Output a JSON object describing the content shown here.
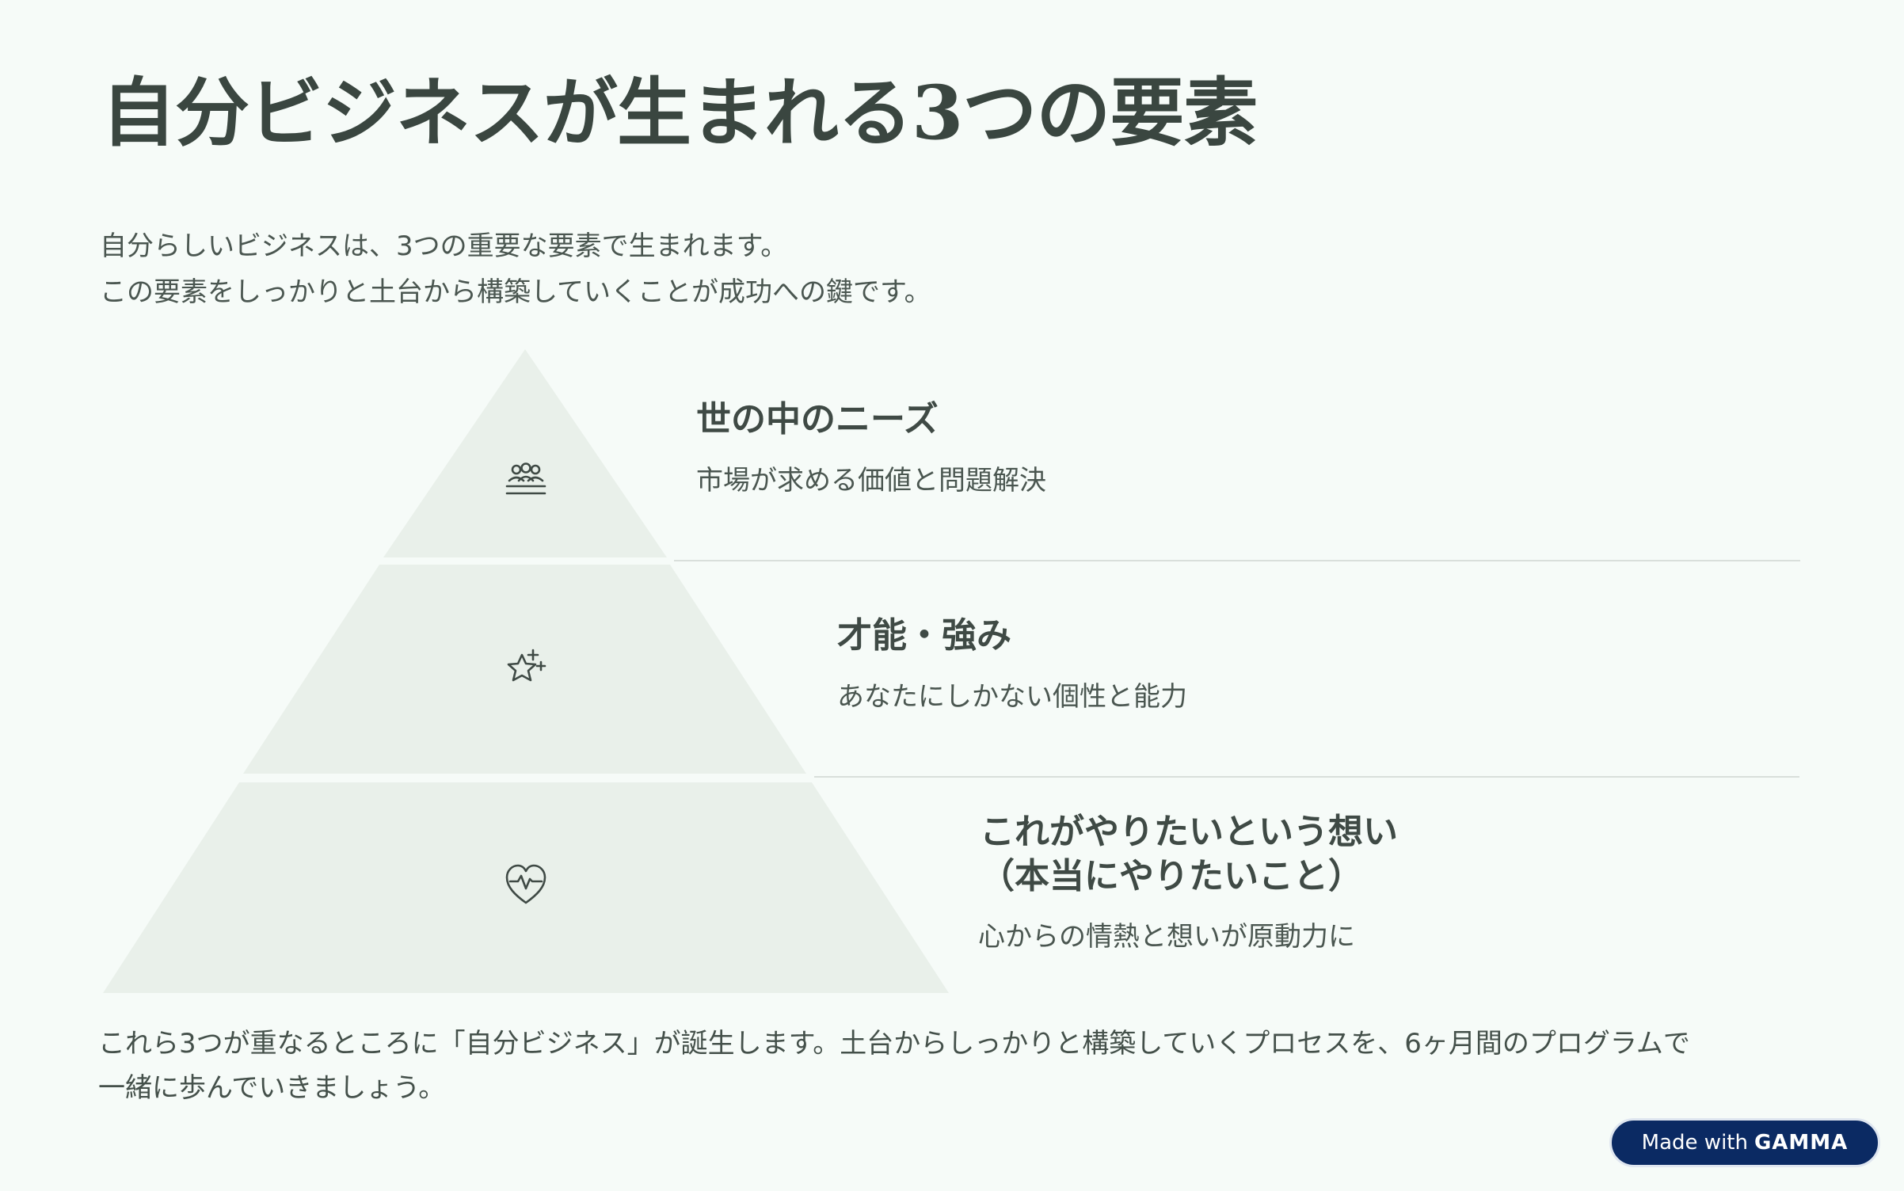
{
  "page": {
    "title": "自分ビジネスが生まれる3つの要素",
    "intro": [
      "自分らしいビジネスは、3つの重要な要素で生まれます。",
      "この要素をしっかりと土台から構築していくことが成功への鍵です。"
    ]
  },
  "pyramid": {
    "fill_color": "#e9f0ea",
    "tiers": [
      {
        "icon": "people-icon",
        "title_lines": [
          "世の中のニーズ"
        ],
        "desc": "市場が求める価値と問題解決"
      },
      {
        "icon": "sparkle-star-icon",
        "title_lines": [
          "才能・強み"
        ],
        "desc": "あなたにしかない個性と能力"
      },
      {
        "icon": "heart-pulse-icon",
        "title_lines": [
          "これがやりたいという想い",
          "（本当にやりたいこと）"
        ],
        "desc": "心からの情熱と想いが原動力に"
      }
    ]
  },
  "footer": {
    "lines": [
      "これら3つが重なるところに「自分ビジネス」が誕生します。土台からしっかりと構築していくプロセスを、6ヶ月間のプログラムで",
      "一緒に歩んでいきましょう。"
    ]
  },
  "badge": {
    "prefix": "Made with",
    "brand": "GAMMA",
    "background": "#0b2a63"
  }
}
